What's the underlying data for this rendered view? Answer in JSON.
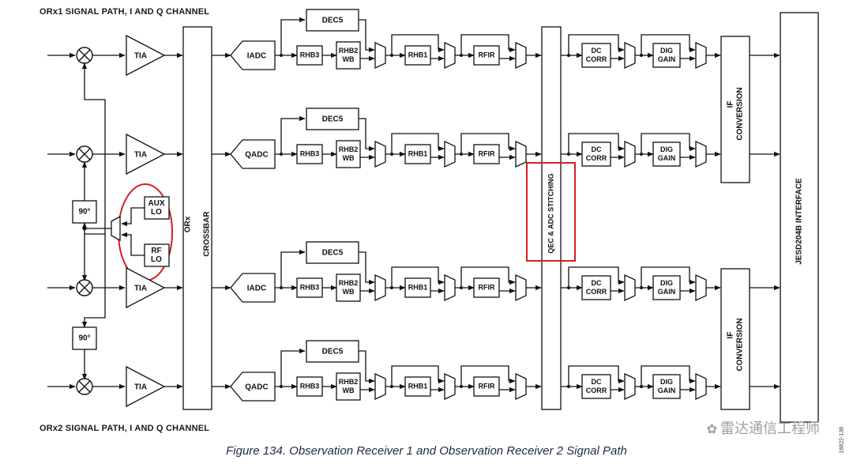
{
  "headings": {
    "top": "ORx1 SIGNAL PATH, I AND Q CHANNEL",
    "bottom": "ORx2 SIGNAL PATH, I AND Q CHANNEL"
  },
  "caption": "Figure 134. Observation Receiver 1 and Observation Receiver 2 Signal Path",
  "watermark": "雷达通信工程师",
  "figure_id": "16822-138",
  "labels": {
    "tia": "TIA",
    "adc_i": "IADC",
    "adc_q": "QADC",
    "dec5": "DEC5",
    "rhb3": "RHB3",
    "rhb2": [
      "RHB2",
      "WB"
    ],
    "rhb1": "RHB1",
    "rfir": "RFIR",
    "dc_corr": [
      "DC",
      "CORR"
    ],
    "dig_gain": [
      "DIG",
      "GAIN"
    ],
    "phase": "90°",
    "aux_lo": [
      "AUX",
      "LO"
    ],
    "rf_lo": [
      "RF",
      "LO"
    ],
    "crossbar": [
      "ORx",
      "CROSSBAR"
    ],
    "qec": "QEC & ADC STITCHING",
    "if_conv": [
      "IF",
      "CONVERSION"
    ],
    "jesd": "JESD204B INTERFACE"
  },
  "paths": [
    {
      "adc": "IADC"
    },
    {
      "adc": "QADC"
    },
    {
      "adc": "IADC"
    },
    {
      "adc": "QADC"
    }
  ],
  "colors": {
    "line": "#111111",
    "highlight": "#d42020"
  }
}
